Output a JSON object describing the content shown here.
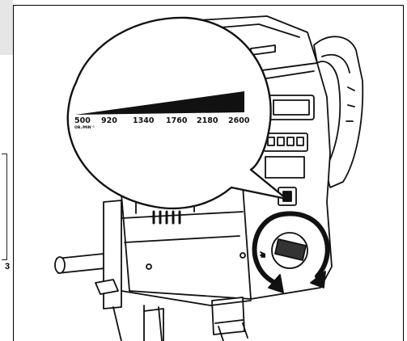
{
  "page_number": "3",
  "speed_scale": {
    "labels": [
      "500",
      "920",
      "1340",
      "1760",
      "2180",
      "2600"
    ],
    "unit": "OB./MIN⁻¹"
  }
}
